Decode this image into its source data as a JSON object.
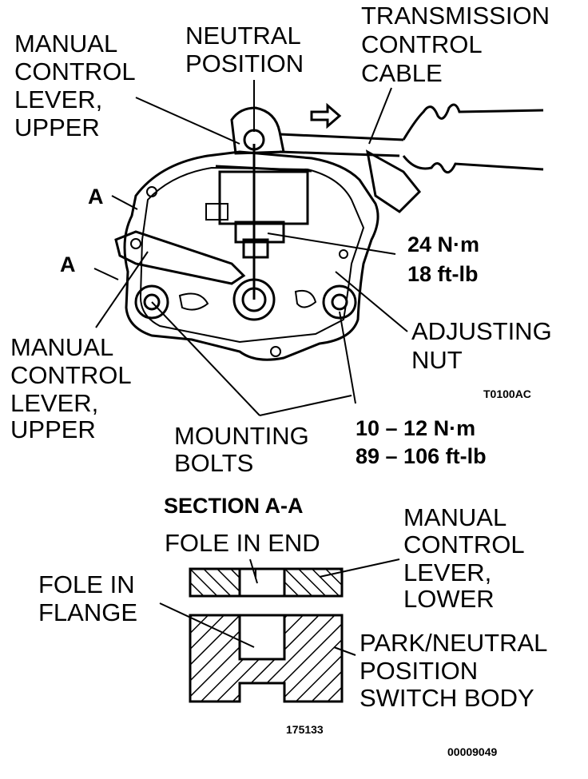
{
  "labels": {
    "manual_lever_upper_top": [
      "MANUAL",
      "CONTROL",
      "LEVER,",
      "UPPER"
    ],
    "neutral_position": [
      "NEUTRAL",
      "POSITION"
    ],
    "transmission_cable": [
      "TRANSMISSION",
      "CONTROL",
      "CABLE"
    ],
    "section_mark_a_top": "A",
    "section_mark_a_bottom": "A",
    "torque_nut": [
      "24 N·m",
      "18 ft-lb"
    ],
    "adjusting_nut": [
      "ADJUSTING",
      "NUT"
    ],
    "manual_lever_upper_bottom": [
      "MANUAL",
      "CONTROL",
      "LEVER,",
      "UPPER"
    ],
    "figure_code_top": "T0100AC",
    "mounting_bolts": [
      "MOUNTING",
      "BOLTS"
    ],
    "torque_bolts": [
      "10  –  12  N·m",
      "89  –  106  ft-lb"
    ],
    "section_title": "SECTION A-A",
    "hole_in_end": "FOLE IN END",
    "hole_in_flange": [
      "FOLE IN",
      "FLANGE"
    ],
    "manual_lever_lower": [
      "MANUAL",
      "CONTROL",
      "LEVER,",
      "LOWER"
    ],
    "switch_body": [
      "PARK/NEUTRAL",
      "POSITION",
      "SWITCH BODY"
    ],
    "figure_code_mid": "175133",
    "figure_code_bottom": "00009049"
  }
}
